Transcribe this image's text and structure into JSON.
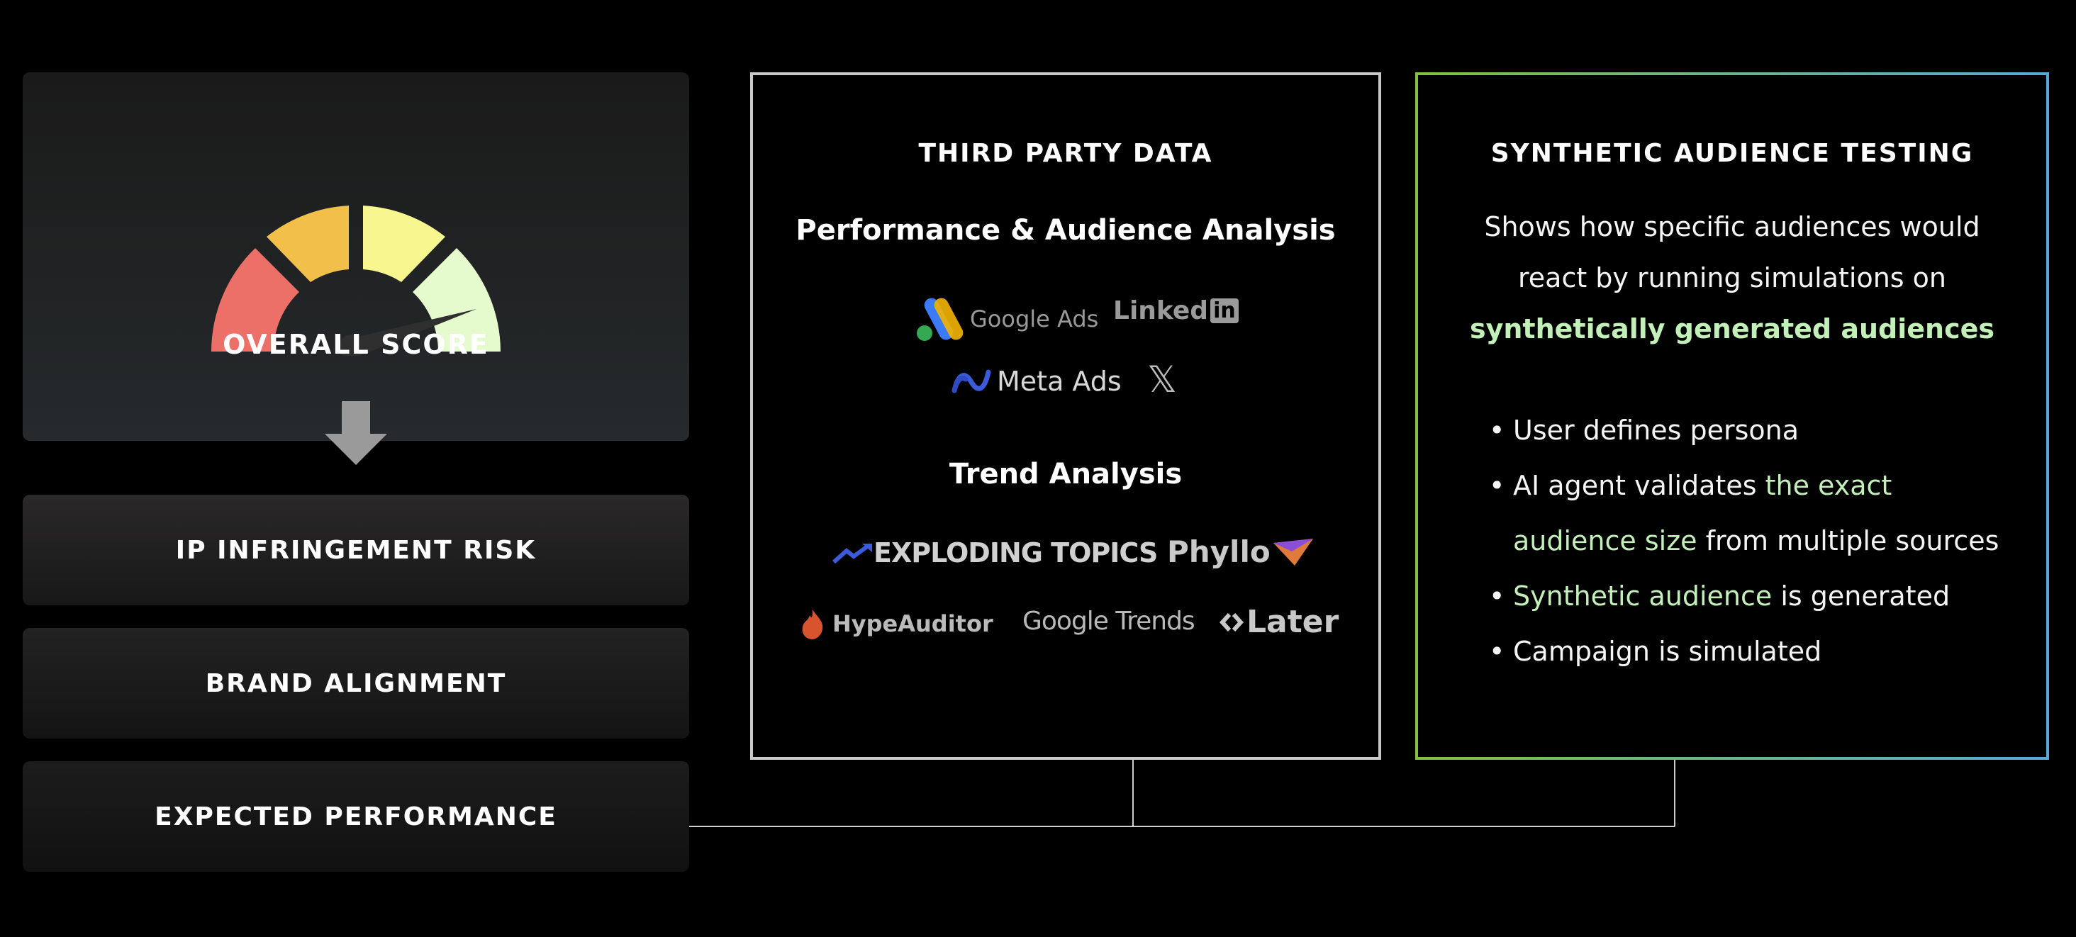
{
  "score_panel": {
    "label": "OVERALL SCORE",
    "colors": {
      "red": "#ec7068",
      "orange": "#f2c04a",
      "yellow": "#f8f68e",
      "light_green": "#e6fbcd",
      "needle": "#2f2f2f"
    }
  },
  "metrics": [
    {
      "label": "IP INFRINGEMENT RISK"
    },
    {
      "label": "BRAND ALIGNMENT"
    },
    {
      "label": "EXPECTED PERFORMANCE"
    }
  ],
  "third_party": {
    "title": "THIRD PARTY DATA",
    "section1": "Performance & Audience Analysis",
    "section2": "Trend Analysis",
    "logos": {
      "google_ads": "Google Ads",
      "linkedin_a": "Linked",
      "linkedin_b": "in",
      "meta_ads": "Meta Ads",
      "x": "𝕏",
      "exploding_topics": "EXPLODING TOPICS",
      "phyllo": "Phyllo",
      "hypeauditor": "HypeAuditor",
      "google_trends": "Google Trends",
      "later": "Later"
    }
  },
  "synthetic": {
    "title": "SYNTHETIC AUDIENCE TESTING",
    "desc_line1": "Shows how specific audiences would",
    "desc_line2": "react by running simulations on",
    "desc_highlight": "synthetically generated audiences",
    "bullets": {
      "b1": "User defines persona",
      "b2_pre": "AI agent validates ",
      "b2_hl": "the exact",
      "b2_hl2": "audience size",
      "b2_post": " from multiple sources",
      "b3_hl": "Synthetic audience",
      "b3_post": " is generated",
      "b4": "Campaign is simulated"
    }
  }
}
